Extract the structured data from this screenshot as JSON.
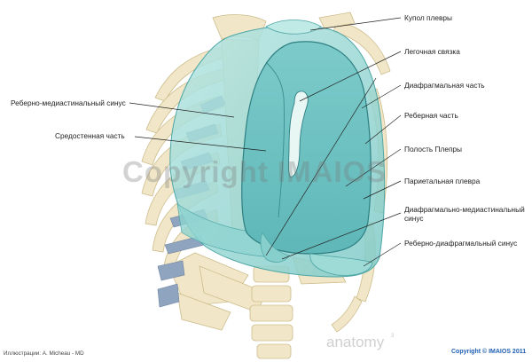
{
  "labels": {
    "kupol": "Купол плевры",
    "leg_svyazka": "Легочная связка",
    "diafr_chast": "Диафрагмальная часть",
    "rebernaya_chast": "Реберная часть",
    "polost": "Полость Плепры",
    "parietalnaya": "Париетальная плевра",
    "diafr_med_sinus_1": "Диафрагмально-медиастинальный",
    "diafr_med_sinus_2": "синус",
    "reberno_diafr_sinus": "Реберно-диафрагмальный синус",
    "reberno_med_sinus": "Реберно-медиастинальный синус",
    "sredostennaya": "Средостенная часть"
  },
  "credits": {
    "illustration": "Иллюстрации: A. Micheau - MD",
    "copyright": "Copyright © IMAIOS 2011"
  },
  "watermark": {
    "text": "Copyright IMAIOS",
    "brand": "anatomy",
    "brand_sup": "3"
  },
  "colors": {
    "bone": "#f1e7c8",
    "bone_edge": "#cdbd8c",
    "pleura": "#9ad9d4",
    "pleura_dark": "#4fa6a6",
    "cavity": "#6fc2c3",
    "cartilage": "#8ea4bf",
    "leader": "#222222",
    "copyright_blue": "#1f5fb3"
  }
}
